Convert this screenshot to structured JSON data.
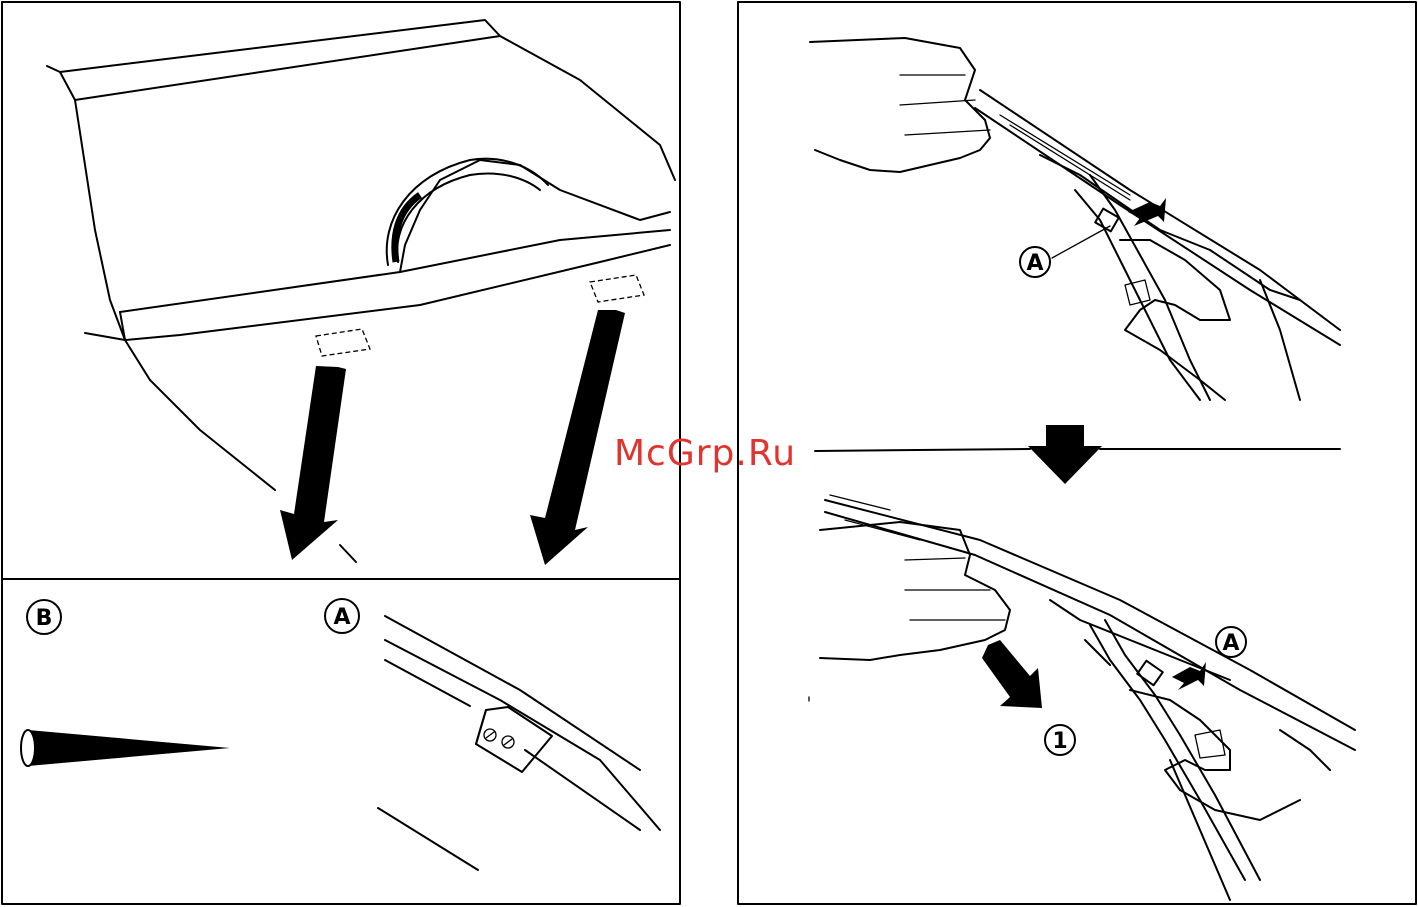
{
  "watermark": "McGrp.Ru",
  "labels": {
    "callout_b": "B",
    "callout_a_detail": "A",
    "callout_a_step1": "A",
    "callout_a_step2": "A",
    "step_number": "1"
  }
}
